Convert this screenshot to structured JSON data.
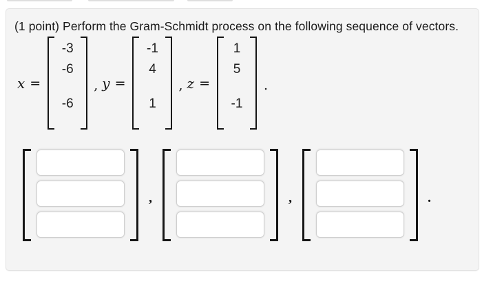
{
  "problem": {
    "text": "(1 point) Perform the Gram-Schmidt process on the following sequence of vectors."
  },
  "math": {
    "vectors": [
      {
        "var": "x",
        "eq": "=",
        "entries": [
          "-3",
          "-6",
          "-6"
        ],
        "sep": ","
      },
      {
        "var": "y",
        "eq": "=",
        "entries": [
          "-1",
          "4",
          "1"
        ],
        "sep": ","
      },
      {
        "var": "z",
        "eq": "=",
        "entries": [
          "1",
          "5",
          "-1"
        ],
        "sep": "."
      }
    ]
  },
  "answers": {
    "groups": [
      {
        "inputs": [
          "",
          "",
          ""
        ],
        "sep": ","
      },
      {
        "inputs": [
          "",
          "",
          ""
        ],
        "sep": ","
      },
      {
        "inputs": [
          "",
          "",
          ""
        ],
        "sep": "."
      }
    ]
  },
  "colors": {
    "card_background": "#f4f4f4",
    "card_border": "#e3e3e3",
    "text": "#1a1a1a",
    "input_border": "#cfcfcf",
    "bracket": "#161616"
  }
}
